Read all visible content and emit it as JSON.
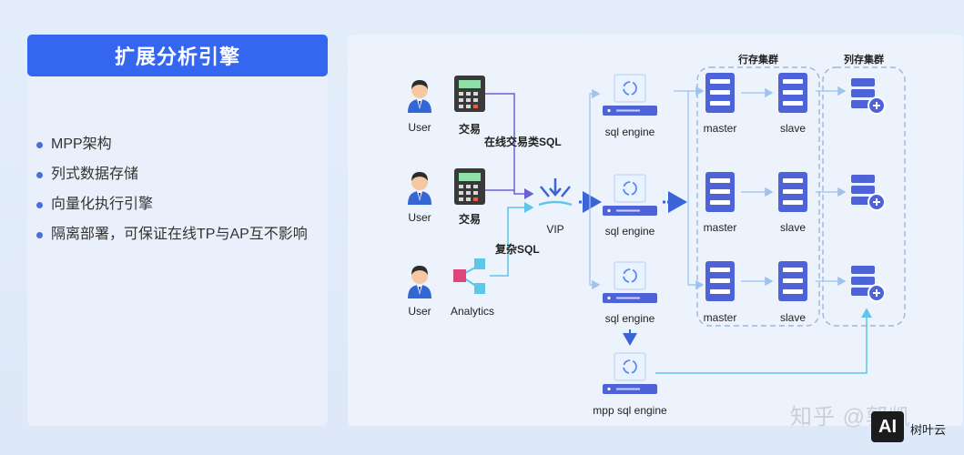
{
  "left_panel": {
    "title": "扩展分析引擎",
    "bullets": [
      "MPP架构",
      "列式数据存储",
      "向量化执行引擎",
      "隔离部署，可保证在线TP与AP互不影响"
    ]
  },
  "diagram": {
    "labels": {
      "user1": "User",
      "trade1": "交易",
      "user2": "User",
      "trade2": "交易",
      "user3": "User",
      "analytics": "Analytics",
      "online_sql": "在线交易类SQL",
      "complex_sql": "复杂SQL",
      "vip": "VIP",
      "engine1": "sql engine",
      "engine2": "sql engine",
      "engine3": "sql engine",
      "mpp_engine": "mpp sql engine",
      "row_cluster": "行存集群",
      "col_cluster": "列存集群",
      "master1": "master",
      "slave1": "slave",
      "master2": "master",
      "slave2": "slave",
      "master3": "master",
      "slave3": "slave"
    }
  },
  "watermark": {
    "text": "知乎 @郭凯",
    "logo": "AI",
    "logo_label": "树叶云"
  },
  "colors": {
    "accent": "#3566f0",
    "server": "#4f63d8",
    "arrow_purple": "#6b5fd6",
    "arrow_cyan": "#5ec6e6"
  }
}
